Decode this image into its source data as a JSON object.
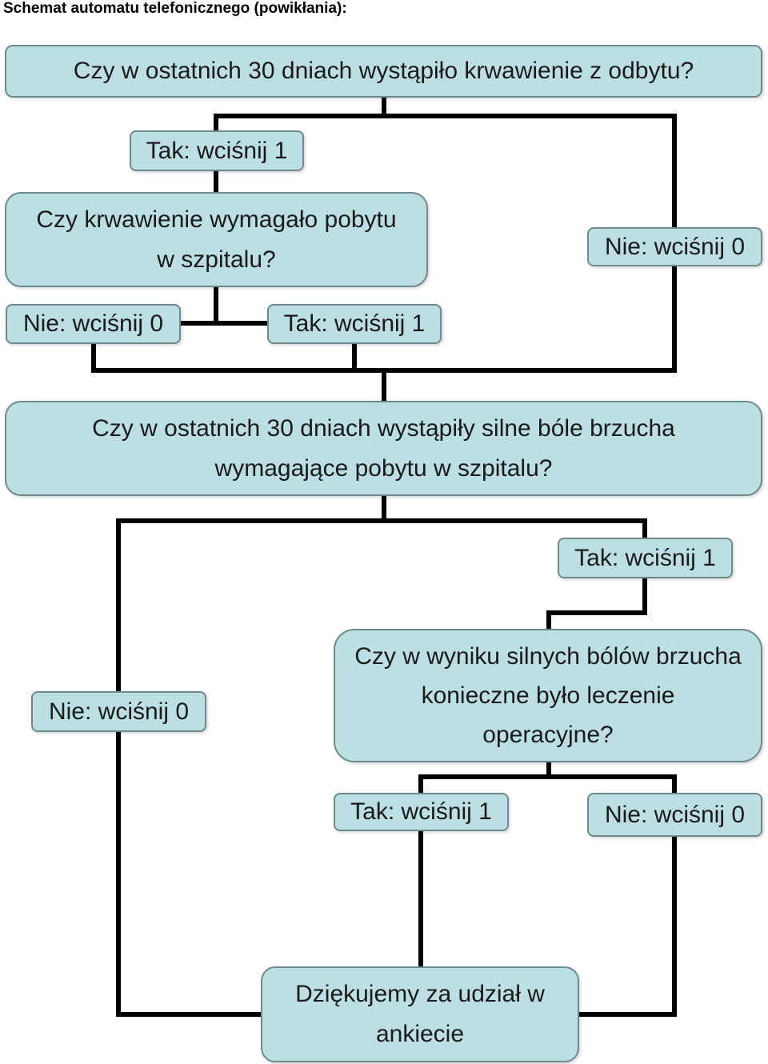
{
  "title": "Schemat automatu telefonicznego (powikłania):",
  "colors": {
    "box_fill": "#bcdfe3",
    "box_border": "#6f8a8e",
    "line": "#000000"
  },
  "nodes": {
    "q1": "Czy w ostatnich 30 dniach wystąpiło krwawienie z odbytu?",
    "q1_yes": "Tak: wciśnij 1",
    "q1_no": "Nie: wciśnij 0",
    "q2_line1": "Czy krwawienie wymagało pobytu",
    "q2_line2": "w szpitalu?",
    "q2_no": "Nie: wciśnij 0",
    "q2_yes": "Tak: wciśnij 1",
    "q3_line1": "Czy w ostatnich 30 dniach wystąpiły silne bóle brzucha",
    "q3_line2": "wymagające pobytu w szpitalu?",
    "q3_yes": "Tak: wciśnij 1",
    "q3_no": "Nie: wciśnij 0",
    "q4_line1": "Czy w wyniku silnych bólów brzucha",
    "q4_line2": "konieczne było leczenie",
    "q4_line3": "operacyjne?",
    "q4_yes": "Tak: wciśnij 1",
    "q4_no": "Nie: wciśnij 0",
    "end_line1": "Dziękujemy za udział w",
    "end_line2": "ankiecie"
  }
}
